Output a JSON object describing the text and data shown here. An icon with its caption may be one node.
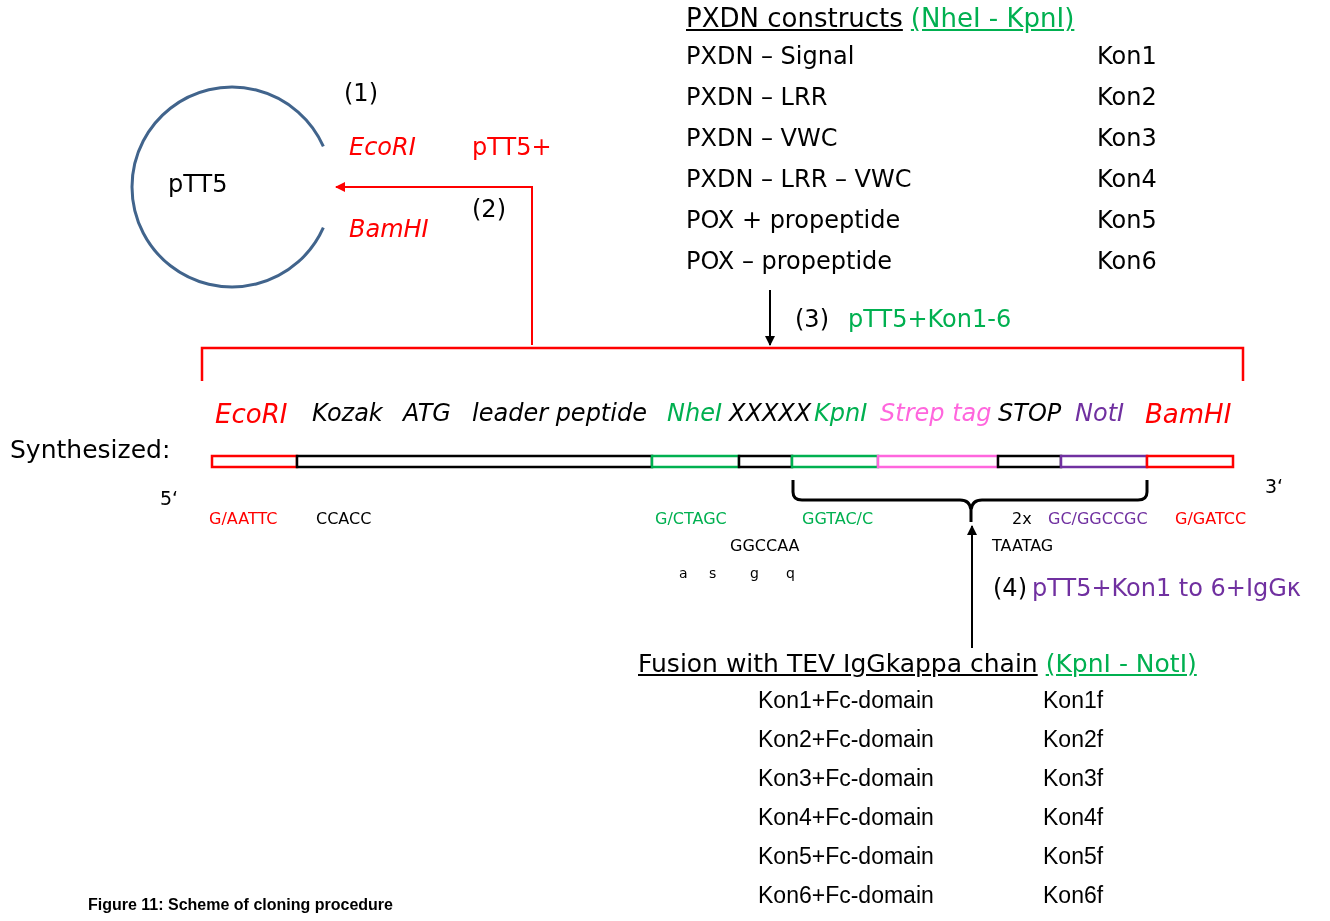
{
  "diagram": {
    "caption": "Figure 11: Scheme of cloning procedure",
    "nodes": [
      {
        "text": [
          "pTT5"
        ]
      },
      {
        "text": [
          "PXDN constructs",
          "(NheI - KpnI)",
          "PXDN – Signal",
          "Kon1",
          "PXDN – LRR",
          "Kon2",
          "PXDN – VWC",
          "Kon3",
          "PXDN – LRR – VWC",
          "Kon4",
          "POX + propeptide",
          "Kon5",
          "POX – propeptide",
          "Kon6"
        ]
      },
      {
        "text": [
          "EcoRI",
          "Kozak",
          "ATG",
          "leader peptide",
          "NheI",
          "XXXXX",
          "KpnI",
          "Strep tag",
          "STOP",
          "NotI",
          "BamHI"
        ],
        "beside": [
          "Synthesized:"
        ]
      },
      {
        "text": [
          "Fusion with TEV IgGkappa chain",
          "(KpnI - NotI)",
          "Kon1+Fc-domain",
          "Kon1f",
          "Kon2+Fc-domain",
          "Kon2f",
          "Kon3+Fc-domain",
          "Kon3f",
          "Kon4+Fc-domain",
          "Kon4f",
          "Kon5+Fc-domain",
          "Kon5f",
          "Kon6+Fc-domain",
          "Kon6f"
        ]
      },
      {
        "text": [],
        "shape": "brace"
      }
    ],
    "edges": [
      {
        "from": 2,
        "to": 0,
        "arrow": "to",
        "label": "pTT5+",
        "color": "#ff0000"
      },
      {
        "from": 1,
        "to": 2,
        "arrow": "to",
        "label": "pTT5+Kon1-6"
      },
      {
        "from": 3,
        "to": 4,
        "arrow": "to",
        "label": "pTT5+Kon1 to 6+IgGκ"
      }
    ],
    "labels": [
      "(1)",
      "(2)",
      "(3)",
      "(4)",
      "EcoRI",
      "BamHI",
      "5‘",
      "3‘",
      "G/AATTC",
      "CCACC",
      "G/CTAGC",
      "GGTAC/C",
      "2x",
      "GC/GGCCGC",
      "G/GATCC",
      "GGCCAA",
      "TAATAG",
      "a",
      "s",
      "g",
      "q"
    ]
  }
}
